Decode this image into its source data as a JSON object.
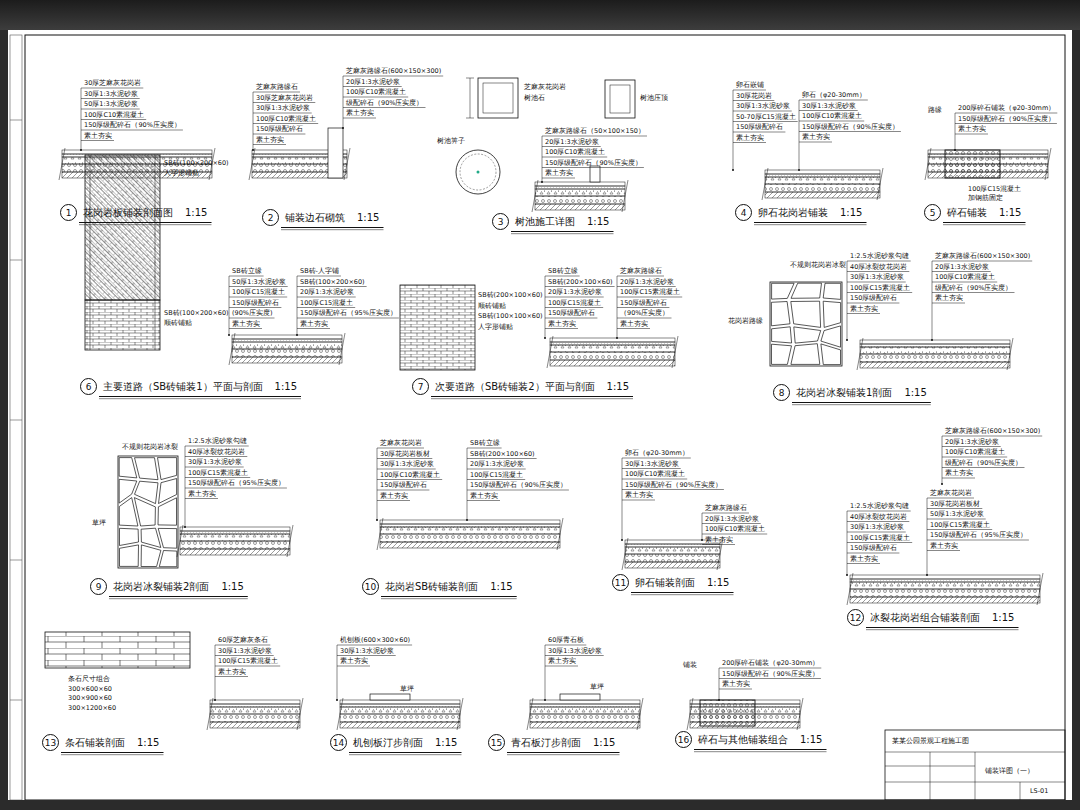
{
  "diagram": {
    "nodes": [
      {
        "text": [
          "1",
          "花岗岩板铺装剖面图",
          "1:15"
        ]
      },
      {
        "text": [
          "2",
          "铺装边石砌筑",
          "1:15"
        ]
      },
      {
        "text": [
          "3",
          "树池施工详图",
          "1:15"
        ]
      },
      {
        "text": [
          "4",
          "卵石花岗岩铺装",
          "1:15"
        ]
      },
      {
        "text": [
          "5",
          "碎石铺装",
          "1:15"
        ]
      },
      {
        "text": [
          "6",
          "主要道路（SB砖铺装1）平面与剖面",
          "1:15"
        ]
      },
      {
        "text": [
          "7",
          "次要道路（SB砖铺装2）平面与剖面",
          "1:15"
        ]
      },
      {
        "text": [
          "8",
          "花岗岩冰裂铺装1剖面",
          "1:15"
        ]
      },
      {
        "text": [
          "9",
          "花岗岩冰裂铺装2剖面",
          "1:15"
        ]
      },
      {
        "text": [
          "10",
          "花岗岩SB砖铺装剖面",
          "1:15"
        ]
      },
      {
        "text": [
          "11",
          "卵石铺装剖面",
          "1:15"
        ]
      },
      {
        "text": [
          "12",
          "冰裂花岗岩组合铺装剖面",
          "1:15"
        ]
      },
      {
        "text": [
          "13",
          "条石铺装剖面",
          "1:15"
        ]
      },
      {
        "text": [
          "14",
          "机刨板汀步剖面",
          "1:15"
        ]
      },
      {
        "text": [
          "15",
          "青石板汀步剖面",
          "1:15"
        ]
      },
      {
        "text": [
          "16",
          "碎石与其他铺装组合",
          "1:15"
        ]
      }
    ],
    "labels": [
      "30厚芝麻灰花岗岩",
      "30厚1:3水泥砂浆",
      "50厚1:3水泥砂浆",
      "100厚C10素混凝土",
      "150厚级配碎石（90%压实度）",
      "素土夯实",
      "芝麻灰路缘石",
      "30厚芝麻灰花岗岩",
      "30厚1:3水泥砂浆",
      "100厚C10素混凝土",
      "150厚级配碎石",
      "素土夯实",
      "芝麻灰路缘石(600×150×300)",
      "20厚1:3水泥砂浆",
      "100厚C10素混凝土",
      "级配碎石（90%压实度）",
      "素土夯实",
      "树池箅子",
      "芝麻灰花岗岩",
      "树池石",
      "树池压顶",
      "芝麻灰路缘石（50×100×150）",
      "20厚1:3水泥砂浆",
      "100厚C10素混凝土",
      "150厚级配碎石（90%压实度）",
      "素土夯实",
      "卵石嵌铺",
      "30厚花岗岩",
      "30厚1:3水泥砂浆",
      "50-70厚C15混凝土",
      "150厚级配碎石",
      "素土夯实",
      "卵石（φ20-30mm）",
      "30厚1:3水泥砂浆",
      "100厚C10素混凝土",
      "150厚级配碎石（90%压实度）",
      "素土夯实",
      "路缘",
      "200厚碎石铺装（φ20-30mm）",
      "150厚级配碎石（90%压实度）",
      "素土夯实",
      "100厚C15混凝土",
      "加钢筋固定",
      "SB砖(100×200×60)",
      "人字形铺贴",
      "SB砖(100×200×60)",
      "顺砖铺贴",
      "SB砖立缘",
      "50厚1:3水泥砂浆",
      "100厚C15混凝土",
      "150厚级配碎石",
      "(90%压实度)",
      "素土夯实",
      "SB砖-人字铺",
      "SB砖(100×200×60)",
      "20厚1:3水泥砂浆",
      "100厚C15混凝土",
      "150厚级配碎石（95%压实度）",
      "素土夯实",
      "SB砖(200×100×60)",
      "顺砖铺贴",
      "SB砖(100×100×60)",
      "人字形铺贴",
      "SB砖立缘",
      "SB砖(200×100×60)",
      "20厚1:3水泥砂浆",
      "100厚C15混凝土",
      "150厚级配碎石",
      "素土夯实",
      "芝麻灰路缘石",
      "20厚1:3水泥砂浆",
      "100厚C15素混凝土",
      "150厚级配碎石",
      "（90%压实度）",
      "素土夯实",
      "不规则花岗岩冰裂",
      "花岗岩路缘",
      "1:2.5水泥砂浆勾缝",
      "40厚冰裂纹花岗岩",
      "30厚1:3水泥砂浆",
      "100厚C15素混凝土",
      "150厚级配碎石",
      "素土夯实",
      "芝麻灰路缘石(600×150×300)",
      "20厚1:3水泥砂浆",
      "100厚C10素混凝土",
      "级配碎石（90%压实度）",
      "素土夯实",
      "不规则花岗岩冰裂",
      "草坪",
      "1:2.5水泥砂浆勾缝",
      "40厚冰裂纹花岗岩",
      "30厚1:3水泥砂浆",
      "100厚C15素混凝土",
      "150厚级配碎石（95%压实度）",
      "素土夯实",
      "芝麻灰花岗岩",
      "30厚花岗岩板材",
      "30厚1:3水泥砂浆",
      "100厚C10素混凝土",
      "150厚级配碎石",
      "素土夯实",
      "SB砖立缘",
      "SB砖(200×100×60)",
      "20厚1:3水泥砂浆",
      "100厚C15混凝土",
      "150厚级配碎石（90%压实度）",
      "素土夯实",
      "卵石（φ20-30mm）",
      "30厚1:3水泥砂浆",
      "100厚C10素混凝土",
      "150厚级配碎石（90%压实度）",
      "素土夯实",
      "芝麻灰路缘石",
      "20厚1:3水泥砂浆",
      "100厚C10素混凝土",
      "素土夯实",
      "芝麻灰路缘石(600×150×300)",
      "20厚1:3水泥砂浆",
      "100厚C10素混凝土",
      "级配碎石（90%压实度）",
      "素土夯实",
      "1:2.5水泥砂浆勾缝",
      "40厚冰裂纹花岗岩",
      "30厚1:3水泥砂浆",
      "100厚C15素混凝土",
      "150厚级配碎石",
      "素土夯实",
      "芝麻灰花岗岩",
      "30厚花岗岩板材",
      "50厚1:3水泥砂浆",
      "100厚C15素混凝土",
      "150厚级配碎石（95%压实度）",
      "素土夯实",
      "条石尺寸组合",
      "300×600×60",
      "300×900×60",
      "300×1200×60",
      "60厚芝麻灰条石",
      "30厚1:3水泥砂浆",
      "100厚C15素混凝土",
      "素土夯实",
      "机刨板(600×300×60)",
      "30厚1:3水泥砂浆",
      "素土夯实",
      "草坪",
      "60厚青石板",
      "30厚1:3水泥砂浆",
      "素土夯实",
      "草坪",
      "铺装",
      "200厚碎石铺装（φ20-30mm）",
      "150厚级配碎石（90%压实度）",
      "素土夯实",
      "某某公园景观工程施工图",
      "铺装详图（一）",
      "LS-01"
    ]
  }
}
